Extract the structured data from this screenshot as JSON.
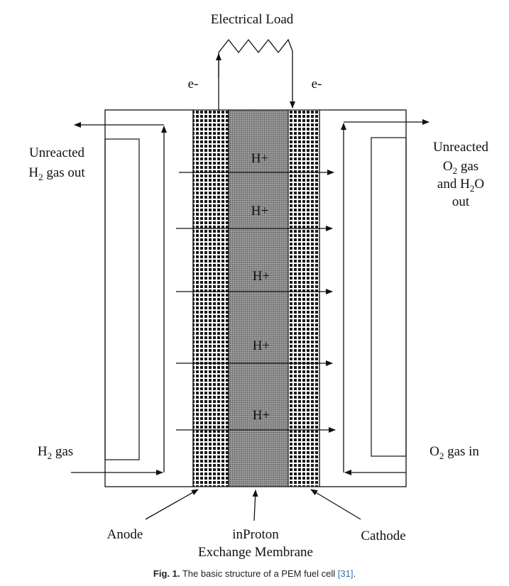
{
  "diagram": {
    "load_label": "Electrical Load",
    "electron_left": "e-",
    "electron_right": "e-",
    "anode_out": {
      "line1": "Unreacted",
      "pre": "H",
      "sub": "2",
      "post": " gas out"
    },
    "cathode_out": {
      "line1": "Unreacted",
      "line2_pre": "O",
      "line2_sub": "2",
      "line2_post": " gas",
      "line3_pre": "and H",
      "line3_sub": "2",
      "line3_post": "O",
      "line4": "out"
    },
    "anode_in": {
      "pre": "H",
      "sub": "2",
      "post": " gas"
    },
    "cathode_in": {
      "pre": "O",
      "sub": "2",
      "post": " gas in"
    },
    "protons": [
      "H+",
      "H+",
      "H+",
      "H+",
      "H+"
    ],
    "anode_label": "Anode",
    "membrane_line1": "inProton",
    "membrane_line2": "Exchange Membrane",
    "cathode_label": "Cathode"
  },
  "caption": {
    "fig": "Fig. 1.",
    "text": " The basic structure of a PEM fuel cell ",
    "ref": "[31]",
    "end": "."
  },
  "colors": {
    "line": "#111111",
    "membrane": "#8a8a8a",
    "electrode": "#1a1a1a",
    "ref_link": "#2f6fb3"
  }
}
